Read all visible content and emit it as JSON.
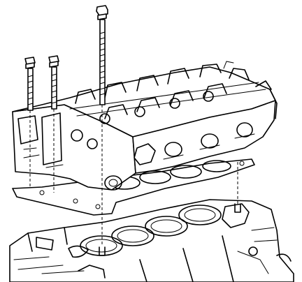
{
  "figure": {
    "type": "exploded-assembly-illustration",
    "parts": [
      "cylinder-head-bolt-long",
      "cylinder-head-bolt-short-left",
      "cylinder-head-bolt-short-right",
      "cylinder-head",
      "cylinder-head-gasket",
      "engine-block"
    ],
    "text_labels": []
  },
  "colors": {
    "ink": "#000000",
    "background": "#ffffff"
  }
}
